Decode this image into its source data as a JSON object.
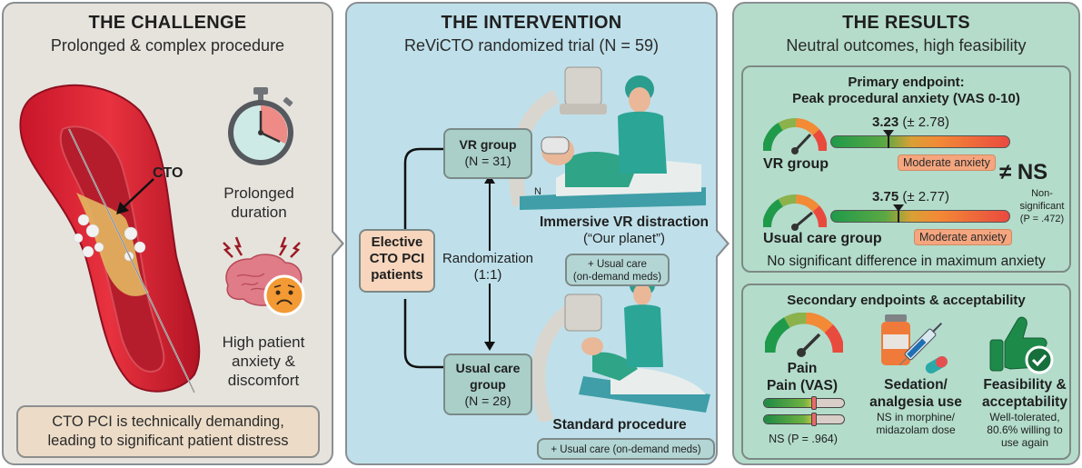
{
  "challenge": {
    "title": "THE CHALLENGE",
    "subtitle": "Prolonged & complex procedure",
    "cto_label": "CTO",
    "duration_label_line1": "Prolonged",
    "duration_label_line2": "duration",
    "anxiety_label_line1": "High patient",
    "anxiety_label_line2": "anxiety &",
    "anxiety_label_line3": "discomfort",
    "summary_line1": "CTO PCI is technically demanding,",
    "summary_line2": "leading to significant patient distress",
    "icons": [
      "artery-icon",
      "stopwatch-icon",
      "brain-icon",
      "worried-face-icon"
    ]
  },
  "intervention": {
    "title": "THE INTERVENTION",
    "subtitle": "ReViCTO randomized trial (N = 59)",
    "elective_line1": "Elective",
    "elective_line2": "CTO PCI",
    "elective_line3": "patients",
    "randomization_line1": "Randomization",
    "randomization_line2": "(1:1)",
    "vr_group_name": "VR group",
    "vr_group_n": "(N = 31)",
    "usual_group_line1": "Usual care",
    "usual_group_line2": "group",
    "usual_group_n": "(N = 28)",
    "vr_caption": "Immersive VR distraction",
    "vr_caption_sub": "(“Our planet”)",
    "vr_care_line1": "+ Usual care",
    "vr_care_line2": "(on-demand meds)",
    "std_caption": "Standard procedure",
    "std_care": "+ Usual care (on-demand meds)",
    "headset_letter": "N"
  },
  "results": {
    "title": "THE RESULTS",
    "subtitle": "Neutral outcomes, high feasibility",
    "primary": {
      "title_line1": "Primary endpoint:",
      "title_line2": "Peak procedural anxiety (VAS 0-10)",
      "scale_max": 10,
      "groups": [
        {
          "name": "VR group",
          "mean": "3.23",
          "sd": "(± 2.78)",
          "value": 3.23,
          "category": "Moderate anxiety"
        },
        {
          "name": "Usual care group",
          "mean": "3.75",
          "sd": "(± 2.77)",
          "value": 3.75,
          "category": "Moderate anxiety"
        }
      ],
      "ns_symbol": "≠ NS",
      "ns_label": "Non-significant",
      "p_value": "(P = .472)",
      "conclusion": "No significant difference in maximum anxiety"
    },
    "secondary": {
      "title": "Secondary endpoints & acceptability",
      "pain": {
        "label_line1": "Pain",
        "label_line2": "Pain (VAS)",
        "result": "NS (P = .964)",
        "slider_fraction": 0.62
      },
      "sedation": {
        "label_line1": "Sedation/",
        "label_line2": "analgesia use",
        "detail_line1": "NS in morphine/",
        "detail_line2": "midazolam dose"
      },
      "feasibility": {
        "label_line1": "Feasibility &",
        "label_line2": "acceptability",
        "detail_line1": "Well-tolerated,",
        "detail_line2": "80.6% willing to",
        "detail_line3": "use again"
      }
    }
  },
  "colors": {
    "challenge_bg": "#e6e3dd",
    "intervention_bg": "#bfe0ea",
    "results_bg": "#b5dccb",
    "border": "#8a8f92",
    "elective_box": "#f7d6bd",
    "anxiety_tag": "#f5a67f"
  }
}
